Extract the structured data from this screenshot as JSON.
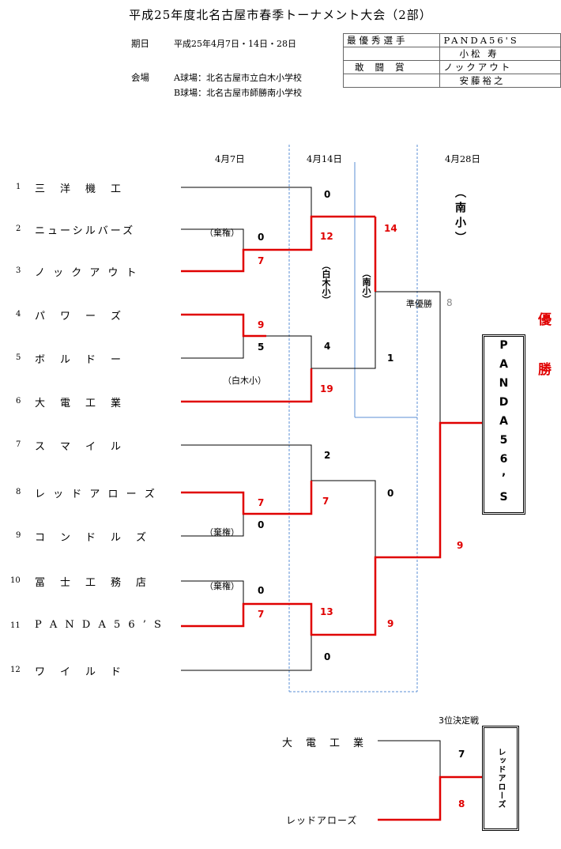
{
  "title": "平成25年度北名古屋市春季トーナメント大会（2部）",
  "info": {
    "date_label": "期日",
    "date_value": "平成25年4月7日・14日・28日",
    "venue_label": "会場",
    "venue_a": "A球場：北名古屋市立白木小学校",
    "venue_b": "B球場：北名古屋市師勝南小学校"
  },
  "awards": {
    "mvp_label": "最優秀選手",
    "mvp_team": "PANDA56'S",
    "mvp_player": "小松 寿",
    "fight_label": "敢闘賞",
    "fight_team": "ノックアウト",
    "fight_player": "安藤裕之"
  },
  "dates": {
    "r1": "4月7日",
    "r2": "4月14日",
    "r3": "4月28日"
  },
  "teams": [
    {
      "no": "1",
      "name": "三　洋　機　工"
    },
    {
      "no": "2",
      "name": "ニューシルバーズ"
    },
    {
      "no": "3",
      "name": "ノ ッ ク ア ウ ト"
    },
    {
      "no": "4",
      "name": "パ　ワ　ー　ズ"
    },
    {
      "no": "5",
      "name": "ボ　ル　ド　ー"
    },
    {
      "no": "6",
      "name": "大　電　工　業"
    },
    {
      "no": "7",
      "name": "ス　マ　イ　ル"
    },
    {
      "no": "8",
      "name": "レ ッ ド ア ロ ー ズ"
    },
    {
      "no": "9",
      "name": "コ　ン　ド　ル　ズ"
    },
    {
      "no": "10",
      "name": "冨　士　工　務　店"
    },
    {
      "no": "11",
      "name": "P A N D A 5 6 ’ S"
    },
    {
      "no": "12",
      "name": "ワ　イ　ル　ド"
    }
  ],
  "forfeit": "（棄権）",
  "venues": {
    "shiroki_v": "（白木小）",
    "shiroki_h": "（白木小）",
    "minami_r2": "（南小）",
    "minami_final": "（南小）"
  },
  "scores": {
    "m23_2": "0",
    "m23_3": "7",
    "m45_4": "9",
    "m45_5": "5",
    "m89_8": "7",
    "m89_9": "0",
    "m1011_10": "0",
    "m1011_11": "7",
    "q1_1": "0",
    "q1_3": "12",
    "q2_4": "4",
    "q2_6": "19",
    "q3_7": "2",
    "q3_8": "7",
    "q4_11": "13",
    "q4_12": "0",
    "s1_top": "14",
    "s1_bot": "1",
    "s2_top": "0",
    "s2_bot": "9",
    "f_top": "8",
    "f_bot": "9",
    "third_top": "7",
    "third_bot": "8"
  },
  "runner_up_label": "準優勝",
  "champion_label": "優勝",
  "champion_team": "PANDA56’S",
  "third": {
    "title": "3位決定戦",
    "team_top": "大　電　工　業",
    "team_bot": "レッドアローズ",
    "winner": "レッドアローズ"
  },
  "colors": {
    "winner_line": "#e00000",
    "loser_line": "#000000",
    "divider": "#5b8fd6"
  }
}
